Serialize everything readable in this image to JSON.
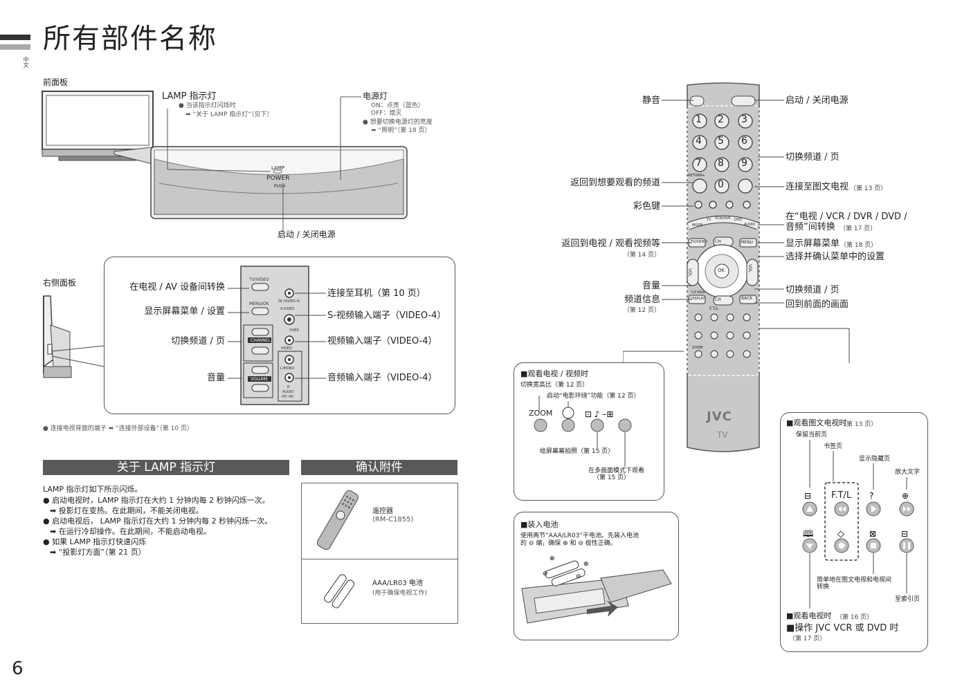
{
  "title": "所有部件名称",
  "side_tab": "中文",
  "page_number": "6",
  "front_panel": {
    "heading": "前面板",
    "lamp_label": "LAMP 指示灯",
    "lamp_notes": [
      "● 当该指示灯闪烁时",
      "➡ “关于 LAMP 指示灯”（见下）"
    ],
    "power_light_label": "电源灯",
    "power_light_notes": [
      "ON：点亮（蓝色）",
      "OFF：熄灭",
      "● 想要切换电源灯的亮度",
      "➡ “照明”（第 18 页）"
    ],
    "tv_lamp_text": "LAMP",
    "tv_power_text": "POWER",
    "tv_push_text": "PUSH",
    "power_switch_label": "启动 / 关闭电源"
  },
  "side_panel": {
    "heading": "右侧面板",
    "left_labels": [
      "在电视 / AV 设备间转换",
      "显示屏幕菜单 / 设置",
      "切换频道 / 页",
      "音量"
    ],
    "right_labels": [
      "连接至耳机（第 10 页）",
      "S-视频输入端子（VIDEO-4）",
      "视频输入端子（VIDEO-4）",
      "音频输入端子（VIDEO-4）"
    ],
    "panel_text": {
      "tvvideo": "TV/VIDEO",
      "menuok": "MENU/OK",
      "channel": "CHANNEL",
      "volume": "VOLUME",
      "in_video4": "IN (VIDEO-4)",
      "svideo": "S-VIDEO",
      "over": "OVER",
      "video": "VIDEO",
      "lmono": "L/MONO",
      "r": "R",
      "audio": "AUDIO",
      "pcin": "(PC IN)"
    },
    "note": "● 连接电视背面的端子 ➡ “连接外部设备”（第 10 页）"
  },
  "lamp_section": {
    "header": "关于 LAMP 指示灯",
    "lines": [
      "LAMP 指示灯如下所示闪烁。",
      "● 启动电视时，LAMP 指示灯在大约 1 分钟内每 2 秒钟闪烁一次。",
      "➡ 投影灯在变热。在此期间，不能关闭电视。",
      "● 启动电视后， LAMP 指示灯在大约 1 分钟内每 2 秒钟闪烁一次。",
      "➡ 在运行冷却操作。在此期间，不能启动电视。",
      "● 如果 LAMP 指示灯快速闪烁",
      "➡ “投影灯方面”（第 21 页）"
    ]
  },
  "accessories": {
    "header": "确认附件",
    "remote_label": "遥控器",
    "remote_model": "(RM-C1855)",
    "battery_label": "AAA/LR03 电池",
    "battery_note": "(用于确保电视工作)"
  },
  "remote": {
    "brand": "JVC",
    "sub": "TV",
    "digits": [
      "1",
      "2",
      "3",
      "4",
      "5",
      "6",
      "7",
      "8",
      "9",
      "0"
    ],
    "return_text": "RETURN+",
    "mode_buttons": [
      "MODE",
      "TV",
      "VCR/DVR",
      "DVD",
      "AUDIO"
    ],
    "tvvideo": "TV/VIDEO",
    "ch_text": "CH",
    "menu": "MENU",
    "vol_text": "VOL",
    "ok": "OK",
    "display": "DISPLAY",
    "top_menu": "TOP MENU",
    "back": "BACK",
    "ftl": "F.T/L",
    "zoom": "ZOOM",
    "labels_left": {
      "mute": "静音",
      "return_channel": "返回到想要观看的频道",
      "color_keys": "彩色键",
      "return_tv": "返回到电视 / 观看视频等",
      "return_tv_page": "（第 14 页）",
      "volume": "音量",
      "info": "频道信息",
      "info_page": "（第 12 页）"
    },
    "labels_right": {
      "power": "启动 / 关闭电源",
      "switch_channel": "切换频道 / 页",
      "teletext": "连接至图文电视",
      "teletext_page": "（第 13 页）",
      "mode_switch_1": "在“电视 / VCR / DVR / DVD /",
      "mode_switch_2": "音频”间转换",
      "mode_switch_page": "（第 17 页）",
      "menu": "显示屏幕菜单",
      "menu_page": "（第 18 页）",
      "select": "选择并确认菜单中的设置",
      "switch_channel2": "切换频道 / 页",
      "back": "回到前面的画面"
    }
  },
  "watch_box": {
    "title": "■观看电视 / 视频时",
    "aspect": "切换宽高比（第 12 页）",
    "surround": "启动“电影环绕”功能（第 12 页）",
    "zoom": "ZOOM",
    "snapshot": "给屏幕幕拍照（第 15 页）",
    "multi_1": "在多画面模式下观看",
    "multi_2": "（第 15 页）"
  },
  "battery_box": {
    "title": "■装入电池",
    "text_1": "使用两节“AAA/LR03”干电池。先装入电池",
    "text_2": "的 ⊖ 端，确保 ⊕ 和 ⊖ 极性正确。"
  },
  "teletext_box": {
    "title": "■观看图文电视时",
    "title_page": "（第 13 页）",
    "hold": "保留当前页",
    "bookmark": "书签页",
    "reveal": "显示隐藏页",
    "size": "放大文字",
    "ftl": "F.T/L",
    "switch_1": "简单地在图文电视和电视间",
    "switch_2": "转换",
    "index": "至索引页",
    "watch_tv": "■观看电视时",
    "watch_tv_page": "（第 16 页）",
    "operate": "■操作 JVC VCR 或 DVD 时",
    "operate_page": "（第 17 页）"
  }
}
